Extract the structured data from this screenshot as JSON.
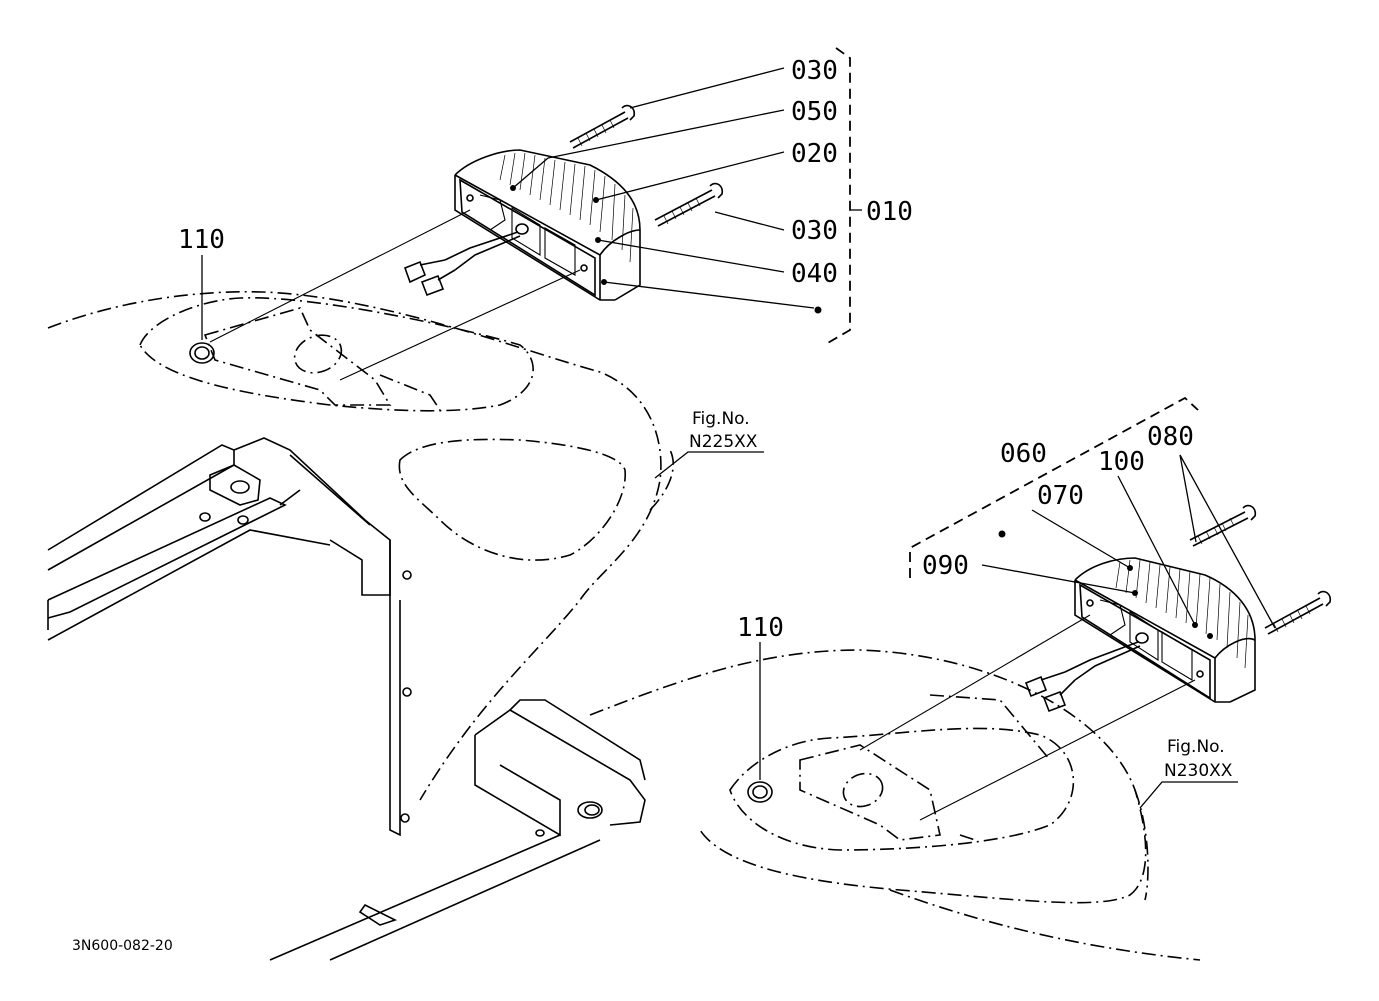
{
  "callouts": {
    "c030_top": "030",
    "c050": "050",
    "c020": "020",
    "c030_mid": "030",
    "c040": "040",
    "c010": "010",
    "c110_left": "110",
    "c060": "060",
    "c070": "070",
    "c100": "100",
    "c080": "080",
    "c090": "090",
    "c110_right": "110"
  },
  "figure_refs": {
    "ref1_label": "Fig.No.",
    "ref1_number": "N225XX",
    "ref2_label": "Fig.No.",
    "ref2_number": "N230XX"
  },
  "document_id": "3N600-082-20"
}
